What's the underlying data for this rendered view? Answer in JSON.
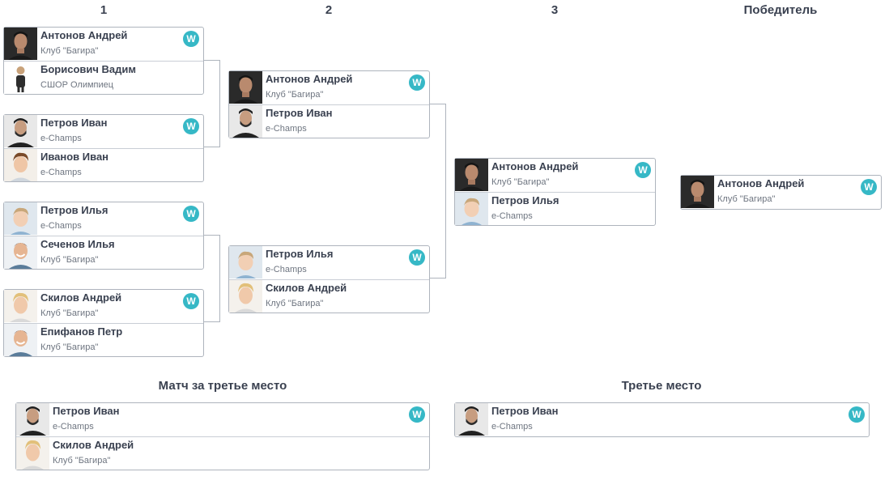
{
  "rounds": {
    "r1": "1",
    "r2": "2",
    "r3": "3",
    "winner": "Победитель"
  },
  "sections": {
    "third_place_match": "Матч за третье место",
    "third_place": "Третье место"
  },
  "win_badge": "W",
  "colors": {
    "accent": "#36b8c6",
    "border": "#aeb4bd",
    "text": "#3a4150",
    "subtext": "#6e7580"
  },
  "bracket": {
    "r1m1": {
      "p1": {
        "name": "Антонов Андрей",
        "club": "Клуб \"Багира\"",
        "avatar": "dark-hair-man-portrait"
      },
      "p2": {
        "name": "Борисович Вадим",
        "club": "СШОР Олимпиец",
        "avatar": "cartoon-figure"
      }
    },
    "r1m2": {
      "p1": {
        "name": "Петров Иван",
        "club": "e-Champs",
        "avatar": "bearded-man-portrait"
      },
      "p2": {
        "name": "Иванов Иван",
        "club": "e-Champs",
        "avatar": "young-man-portrait"
      }
    },
    "r1m3": {
      "p1": {
        "name": "Петров Илья",
        "club": "e-Champs",
        "avatar": "child-portrait"
      },
      "p2": {
        "name": "Сеченов Илья",
        "club": "Клуб \"Багира\"",
        "avatar": "smiling-man-portrait"
      }
    },
    "r1m4": {
      "p1": {
        "name": "Скилов Андрей",
        "club": "Клуб \"Багира\"",
        "avatar": "blond-man-portrait"
      },
      "p2": {
        "name": "Епифанов Петр",
        "club": "Клуб \"Багира\"",
        "avatar": "smiling-man-portrait"
      }
    },
    "r2m1": {
      "p1": {
        "name": "Антонов Андрей",
        "club": "Клуб \"Багира\"",
        "avatar": "dark-hair-man-portrait"
      },
      "p2": {
        "name": "Петров Иван",
        "club": "e-Champs",
        "avatar": "bearded-man-portrait"
      }
    },
    "r2m2": {
      "p1": {
        "name": "Петров Илья",
        "club": "e-Champs",
        "avatar": "child-portrait"
      },
      "p2": {
        "name": "Скилов Андрей",
        "club": "Клуб \"Багира\"",
        "avatar": "blond-man-portrait"
      }
    },
    "r3m1": {
      "p1": {
        "name": "Антонов Андрей",
        "club": "Клуб \"Багира\"",
        "avatar": "dark-hair-man-portrait"
      },
      "p2": {
        "name": "Петров Илья",
        "club": "e-Champs",
        "avatar": "child-portrait"
      }
    },
    "winner": {
      "p1": {
        "name": "Антонов Андрей",
        "club": "Клуб \"Багира\"",
        "avatar": "dark-hair-man-portrait"
      }
    },
    "third_match": {
      "p1": {
        "name": "Петров Иван",
        "club": "e-Champs",
        "avatar": "bearded-man-portrait"
      },
      "p2": {
        "name": "Скилов Андрей",
        "club": "Клуб \"Багира\"",
        "avatar": "blond-man-portrait"
      }
    },
    "third_place": {
      "p1": {
        "name": "Петров Иван",
        "club": "e-Champs",
        "avatar": "bearded-man-portrait"
      }
    }
  }
}
